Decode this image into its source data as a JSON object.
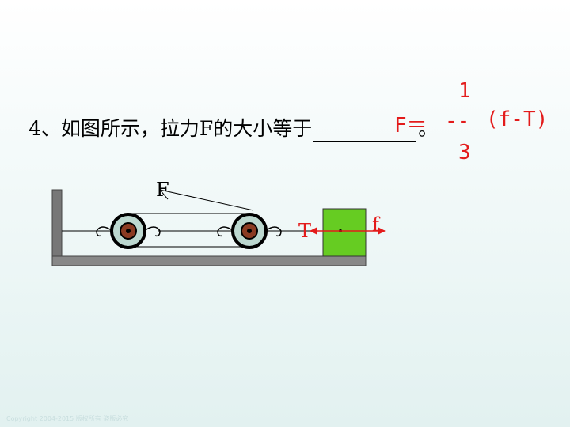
{
  "question": {
    "number": "4、",
    "text": "如图所示，拉力F的大小等于",
    "period": "。"
  },
  "answer": {
    "lhs": "F＝",
    "numerator": "1",
    "fraction_bar": "--",
    "denominator": "3",
    "factor": "(f-T)"
  },
  "diagram": {
    "label_F": "F",
    "label_T": "T",
    "label_f": "f",
    "colors": {
      "answer": "#e31b1b",
      "block": "#66cc22",
      "wall": "#777777",
      "rope": "#000000"
    }
  },
  "footer": "Copyright 2004-2015 版权所有 盗版必究"
}
